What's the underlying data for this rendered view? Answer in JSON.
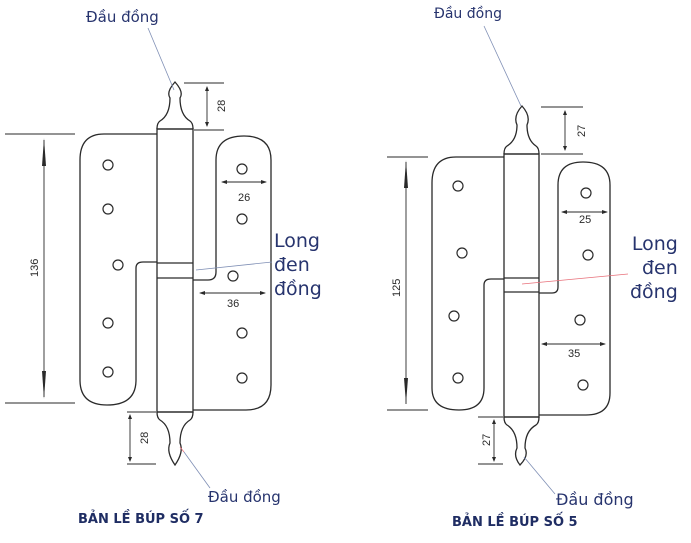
{
  "hinges": [
    {
      "caption": "BẢN LỀ BÚP SỐ 7",
      "top_label": "Đầu đồng",
      "bottom_label": "Đầu đồng",
      "washer_label": [
        "Long",
        "đen",
        "đồng"
      ],
      "dimensions": {
        "height": "136",
        "top_finial": "28",
        "bottom_finial": "28",
        "narrow_leaf_width": "26",
        "wide_leaf_width": "36"
      }
    },
    {
      "caption": "BẢN LỀ BÚP SỐ 5",
      "top_label": "Đầu đồng",
      "bottom_label": "Đầu đồng",
      "washer_label": [
        "Long",
        "đen",
        "đồng"
      ],
      "dimensions": {
        "height": "125",
        "top_finial": "27",
        "bottom_finial": "27",
        "narrow_leaf_width": "25",
        "wide_leaf_width": "35"
      }
    }
  ],
  "colors": {
    "label_text": "#27346e",
    "outline": "#2a2a2a",
    "leader_blue": "#7f8fb5",
    "leader_red": "#e8707a"
  }
}
